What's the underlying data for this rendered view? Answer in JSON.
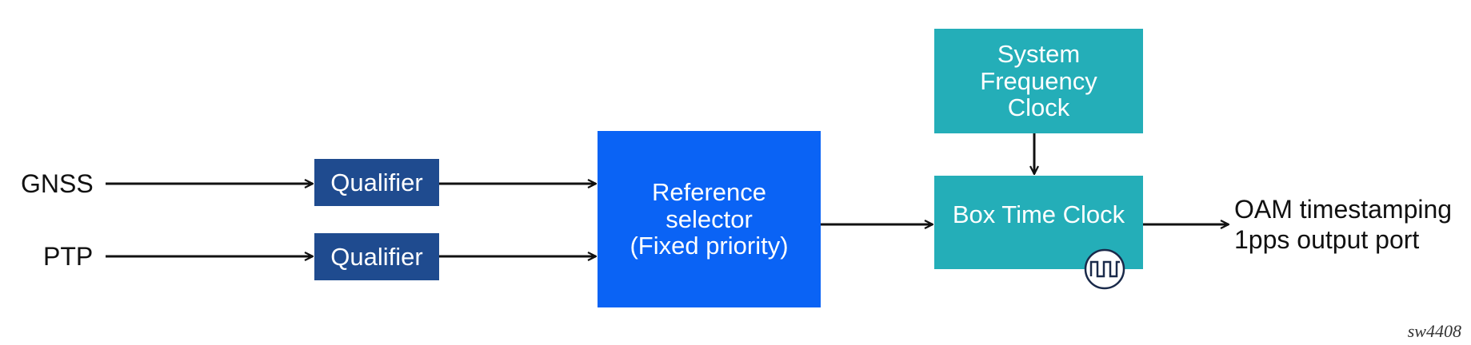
{
  "colors": {
    "qualifier": "#1f4b8f",
    "selector": "#0a63f5",
    "clock": "#24aeb8",
    "line": "#111111",
    "text": "#111111"
  },
  "inputs": {
    "gnss": "GNSS",
    "ptp": "PTP"
  },
  "qualifiers": [
    {
      "label": "Qualifier"
    },
    {
      "label": "Qualifier"
    }
  ],
  "reference_selector": {
    "label": "Reference\nselector\n(Fixed priority)"
  },
  "system_frequency_clock": {
    "label": "System\nFrequency\nClock"
  },
  "box_time_clock": {
    "label": "Box Time Clock",
    "icon": "square-wave-pulse-icon"
  },
  "output": {
    "line1": "OAM timestamping",
    "line2": "1pps output port"
  },
  "figure_id": "sw4408"
}
